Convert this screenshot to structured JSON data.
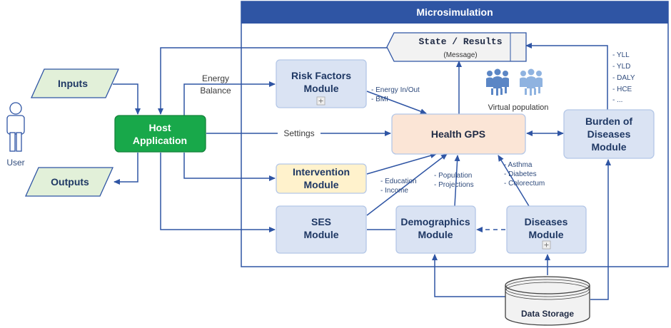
{
  "title": "Microsimulation",
  "user_label": "User",
  "inputs_label": "Inputs",
  "outputs_label": "Outputs",
  "host_line1": "Host",
  "host_line2": "Application",
  "state_line1": "State / Results",
  "state_line2": "(Message)",
  "energy_line1": "Energy",
  "energy_line2": "Balance",
  "settings_label": "Settings",
  "risk_line1": "Risk Factors",
  "risk_line2": "Module",
  "risk_ann1": "- Energy In/Out",
  "risk_ann2": "- BMI",
  "intervention_line1": "Intervention",
  "intervention_line2": "Module",
  "ses_line1": "SES",
  "ses_line2": "Module",
  "ses_ann1": "- Education",
  "ses_ann2": "- Income",
  "health_gps": "Health GPS",
  "demo_line1": "Demographics",
  "demo_line2": "Module",
  "demo_ann1": "- Population",
  "demo_ann2": "- Projections",
  "diseases_line1": "Diseases",
  "diseases_line2": "Module",
  "disease_ann1": "- Asthma",
  "disease_ann2": "- Diabetes",
  "disease_ann3": "- Colorectum",
  "virtual_population": "Virtual  population",
  "burden_line1": "Burden of",
  "burden_line2": "Diseases",
  "burden_line3": "Module",
  "burden_ann1": "- YLL",
  "burden_ann2": "- YLD",
  "burden_ann3": "- DALY",
  "burden_ann4": "- HCE",
  "burden_ann5": "- ...",
  "storage_label": "Data Storage",
  "colors": {
    "accent": "#2f55a4",
    "module_fill": "#dae3f3",
    "host_fill": "#18a84a",
    "io_fill": "#e2f0d9",
    "health_fill": "#fbe5d6",
    "intervention_fill": "#fff2cc"
  }
}
